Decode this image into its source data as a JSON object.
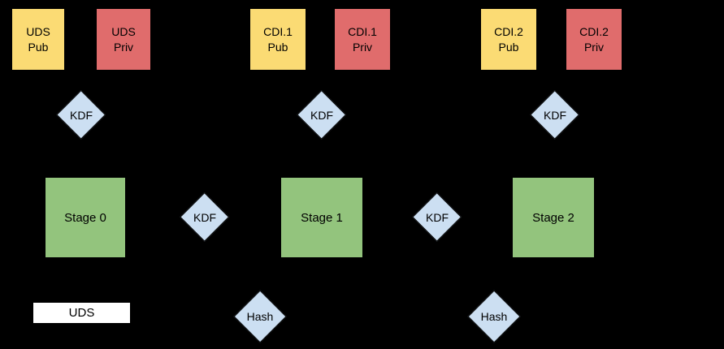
{
  "colors": {
    "background": "#000000",
    "pub": "#FBDB74",
    "priv": "#E06C6C",
    "stage": "#93C47D",
    "diamond": "#CCDFF2",
    "uds-box": "#FFFFFF",
    "text": "#000000"
  },
  "diagram": {
    "key_pairs": [
      {
        "pub_line1": "UDS",
        "pub_line2": "Pub",
        "priv_line1": "UDS",
        "priv_line2": "Priv",
        "kdf": "KDF"
      },
      {
        "pub_line1": "CDI.1",
        "pub_line2": "Pub",
        "priv_line1": "CDI.1",
        "priv_line2": "Priv",
        "kdf": "KDF"
      },
      {
        "pub_line1": "CDI.2",
        "pub_line2": "Pub",
        "priv_line1": "CDI.2",
        "priv_line2": "Priv",
        "kdf": "KDF"
      }
    ],
    "stages": [
      {
        "label": "Stage 0"
      },
      {
        "label": "Stage 1"
      },
      {
        "label": "Stage 2"
      }
    ],
    "stage_kdfs": [
      {
        "label": "KDF"
      },
      {
        "label": "KDF"
      }
    ],
    "hashes": [
      {
        "label": "Hash"
      },
      {
        "label": "Hash"
      }
    ],
    "uds_source": {
      "label": "UDS"
    }
  }
}
